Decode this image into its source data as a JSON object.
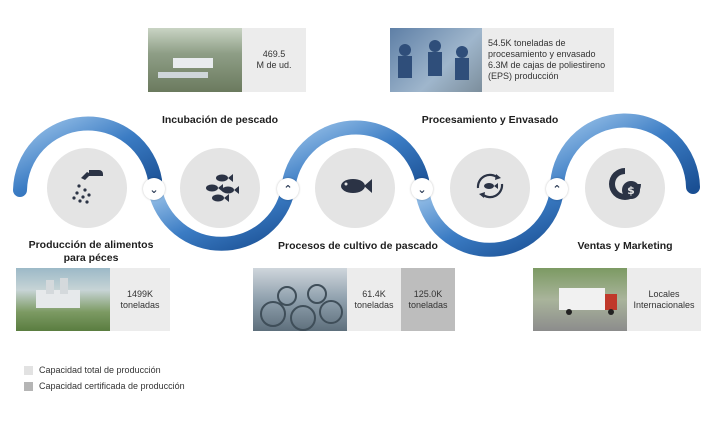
{
  "stages": [
    {
      "title": "Producción de alimentos\npara péces",
      "icon": "fish-feed-icon"
    },
    {
      "title": "Incubación de pescado",
      "icon": "fish-school-icon"
    },
    {
      "title": "Procesos de cultivo de pascado",
      "icon": "fish-icon"
    },
    {
      "title": "Procesamiento y Envasado",
      "icon": "recycle-fish-icon"
    },
    {
      "title": "Ventas y Marketing",
      "icon": "globe-dollar-icon"
    }
  ],
  "connectors": [
    "⌄",
    "⌃",
    "⌄",
    "⌃"
  ],
  "stats": {
    "feed": "1499K\ntoneladas",
    "hatchery": "469.5\nM de ud.",
    "farming_total": "61.4K\ntoneladas",
    "farming_certified": "125.0K\ntoneladas",
    "processing": "54.5K toneladas de\nprocesamiento y  envasado\n6.3M de cajas de poliestireno\n(EPS) producción",
    "sales": "Locales\nInternacionales"
  },
  "legend": [
    {
      "label": "Capacidad total de producción",
      "color": "#e2e2e2"
    },
    {
      "label": "Capacidad certificada de producción",
      "color": "#b5b5b5"
    }
  ],
  "colors": {
    "chain_dark": "#1f5fa8",
    "chain_light": "#7fb3e3",
    "circle": "#e4e4e4",
    "icon": "#2b3345"
  }
}
